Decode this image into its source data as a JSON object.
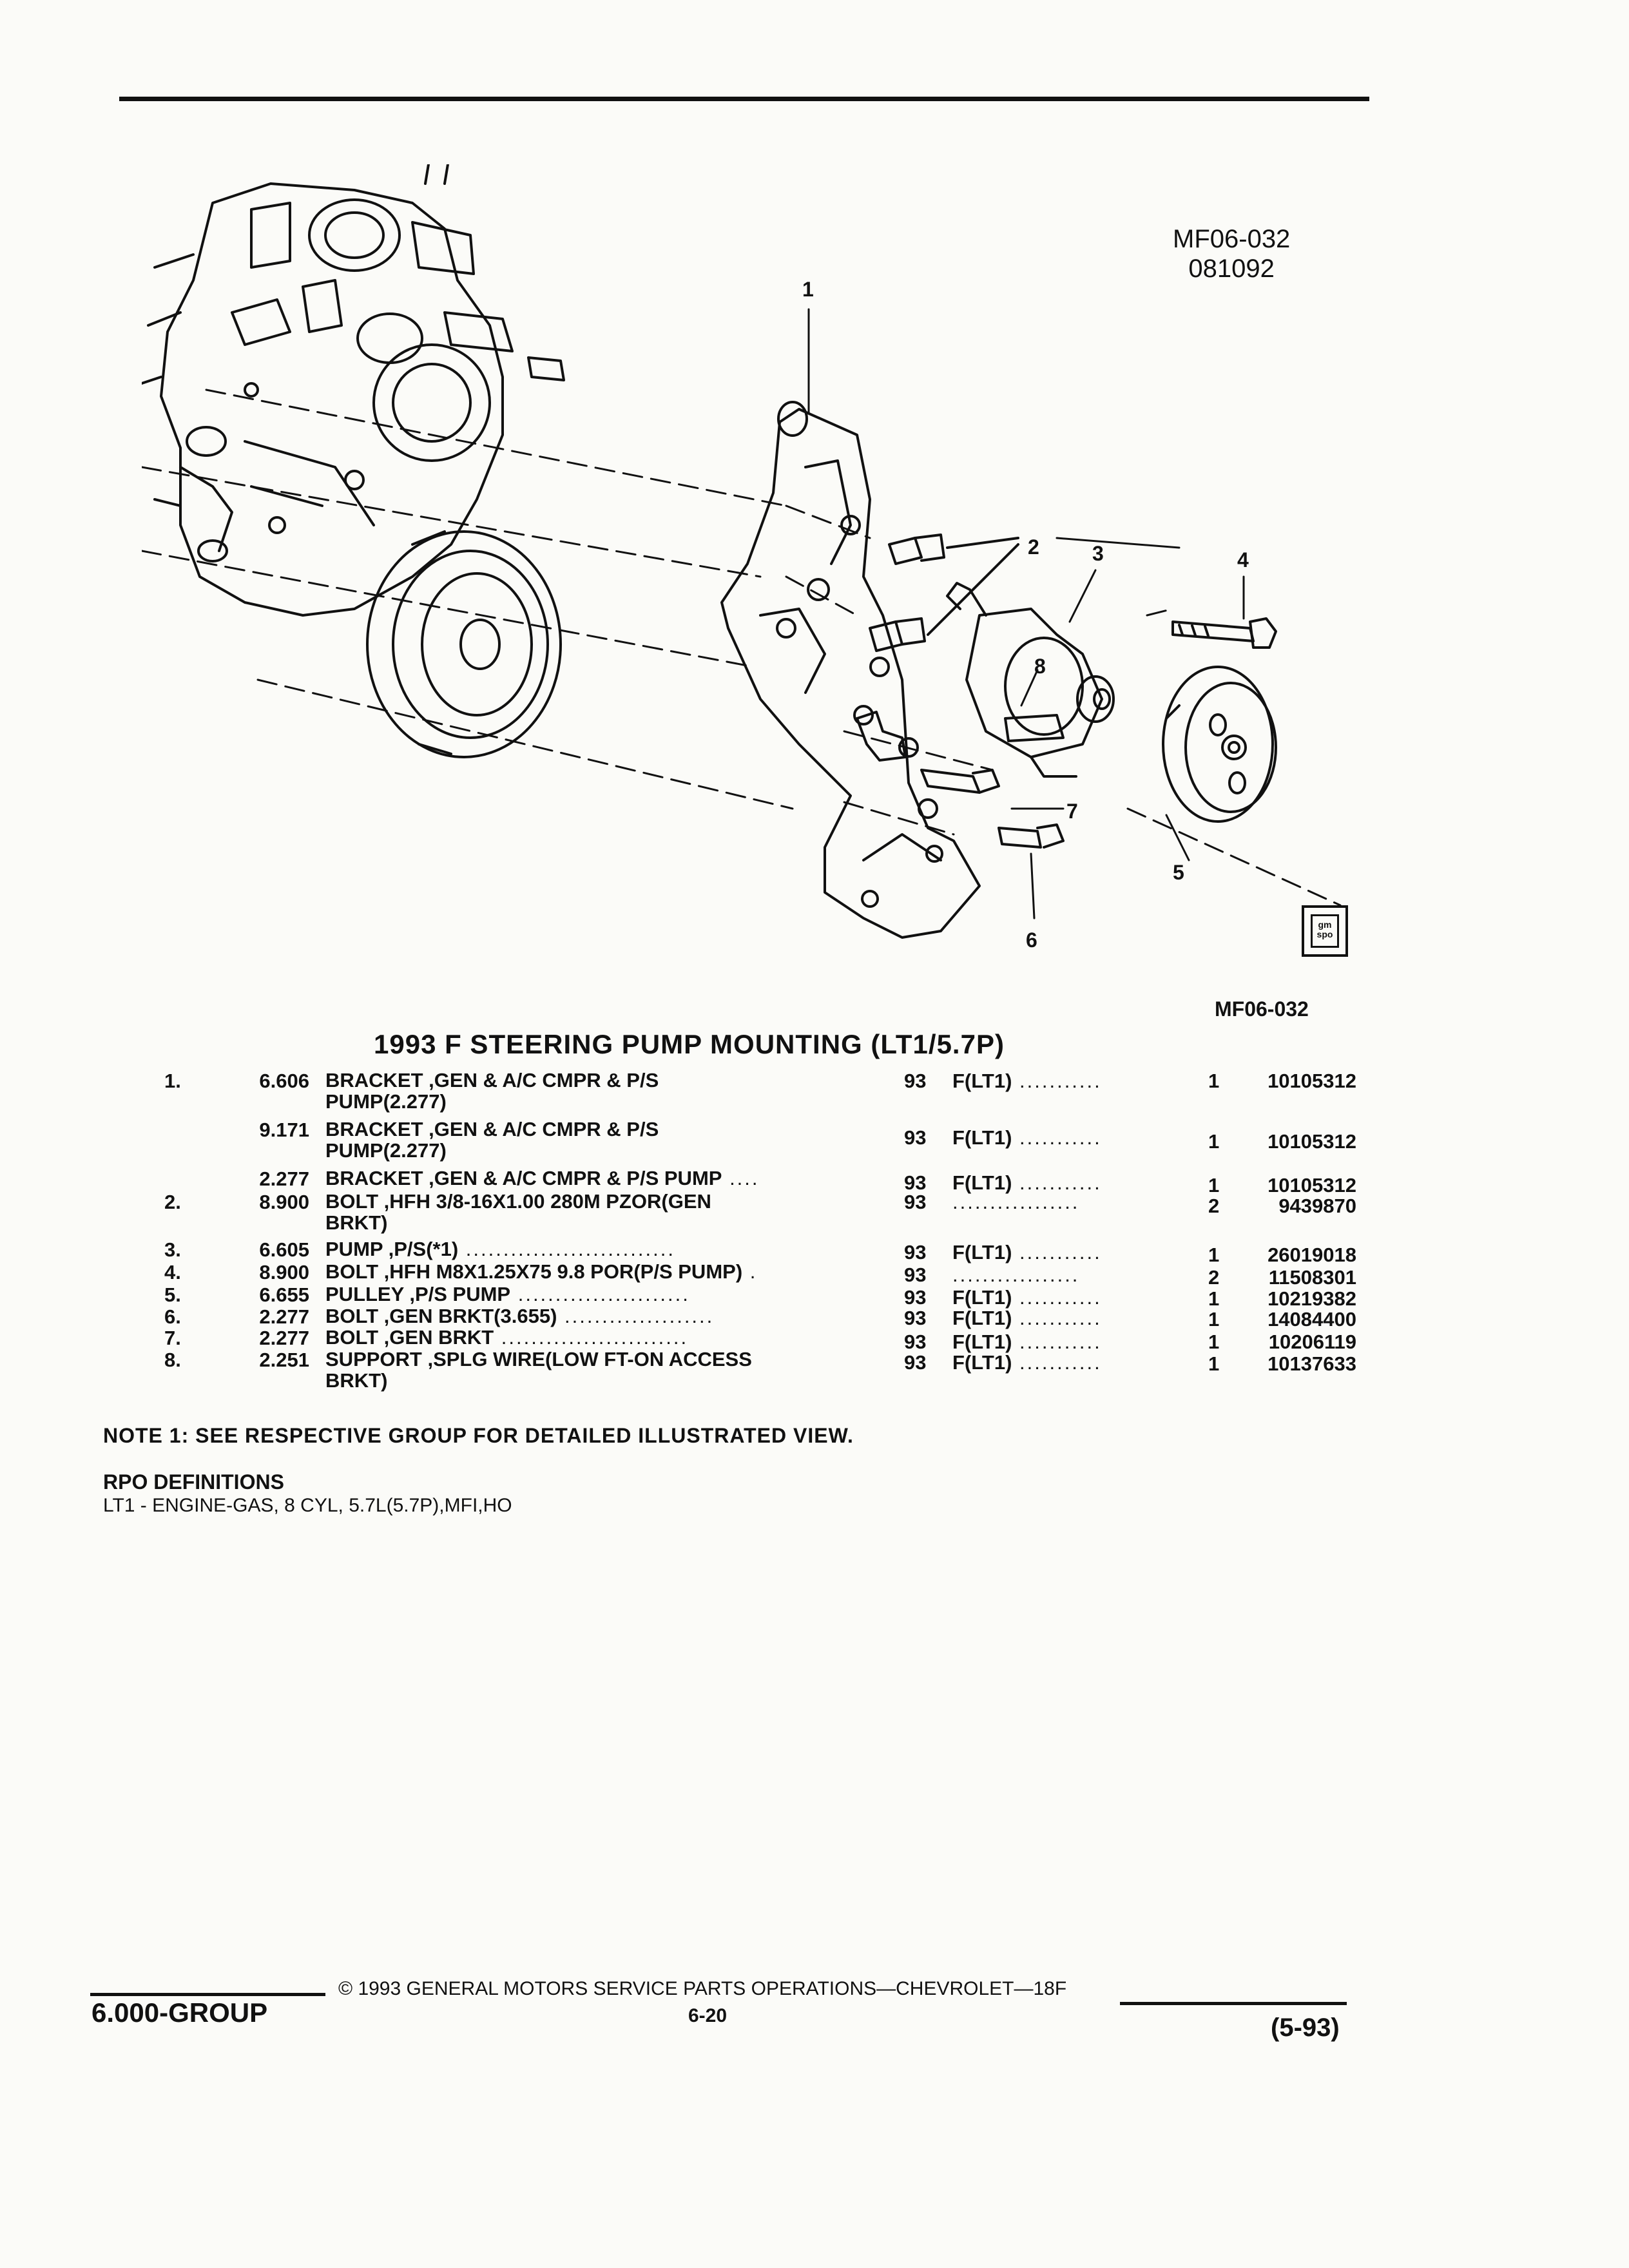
{
  "figure": {
    "id_top": "MF06-032",
    "date_code": "081092",
    "id_bottom": "MF06-032",
    "logo_text": "gm spo",
    "callouts": [
      "1",
      "2",
      "3",
      "4",
      "5",
      "6",
      "7",
      "8"
    ]
  },
  "title": "1993 F STEERING PUMP MOUNTING (LT1/5.7P)",
  "parts": [
    {
      "num": "1.",
      "group": "6.606",
      "desc": "BRACKET ,GEN & A/C CMPR & P/S",
      "desc2": "PUMP(2.277)",
      "year": "93",
      "model": "F(LT1)",
      "qty": "1",
      "part": "10105312"
    },
    {
      "num": "",
      "group": "9.171",
      "desc": "BRACKET ,GEN & A/C CMPR & P/S",
      "desc2": "PUMP(2.277)",
      "year": "93",
      "model": "F(LT1)",
      "qty": "1",
      "part": "10105312"
    },
    {
      "num": "",
      "group": "2.277",
      "desc": "BRACKET ,GEN & A/C CMPR & P/S PUMP",
      "desc2": "",
      "year": "93",
      "model": "F(LT1)",
      "qty": "1",
      "part": "10105312"
    },
    {
      "num": "2.",
      "group": "8.900",
      "desc": "BOLT ,HFH 3/8-16X1.00 280M PZOR(GEN",
      "desc2": "BRKT)",
      "year": "93",
      "model": "",
      "qty": "2",
      "part": "9439870"
    },
    {
      "num": "3.",
      "group": "6.605",
      "desc": "PUMP ,P/S(*1)",
      "desc2": "",
      "year": "93",
      "model": "F(LT1)",
      "qty": "1",
      "part": "26019018"
    },
    {
      "num": "4.",
      "group": "8.900",
      "desc": "BOLT ,HFH M8X1.25X75 9.8 POR(P/S PUMP)",
      "desc2": "",
      "year": "93",
      "model": "",
      "qty": "2",
      "part": "11508301"
    },
    {
      "num": "5.",
      "group": "6.655",
      "desc": "PULLEY ,P/S PUMP",
      "desc2": "",
      "year": "93",
      "model": "F(LT1)",
      "qty": "1",
      "part": "10219382"
    },
    {
      "num": "6.",
      "group": "2.277",
      "desc": "BOLT ,GEN BRKT(3.655)",
      "desc2": "",
      "year": "93",
      "model": "F(LT1)",
      "qty": "1",
      "part": "14084400"
    },
    {
      "num": "7.",
      "group": "2.277",
      "desc": "BOLT ,GEN BRKT",
      "desc2": "",
      "year": "93",
      "model": "F(LT1)",
      "qty": "1",
      "part": "10206119"
    },
    {
      "num": "8.",
      "group": "2.251",
      "desc": "SUPPORT ,SPLG WIRE(LOW FT-ON ACCESS",
      "desc2": "BRKT)",
      "year": "93",
      "model": "F(LT1)",
      "qty": "1",
      "part": "10137633"
    }
  ],
  "note": "NOTE  1:  SEE RESPECTIVE GROUP FOR DETAILED ILLUSTRATED VIEW.",
  "rpo": {
    "heading": "RPO DEFINITIONS",
    "text": "LT1 - ENGINE-GAS, 8 CYL, 5.7L(5.7P),MFI,HO"
  },
  "footer": {
    "group": "6.000-GROUP",
    "copyright": "© 1993  GENERAL MOTORS SERVICE PARTS OPERATIONS—CHEVROLET—18F",
    "page": "6-20",
    "revision": "(5-93)"
  }
}
